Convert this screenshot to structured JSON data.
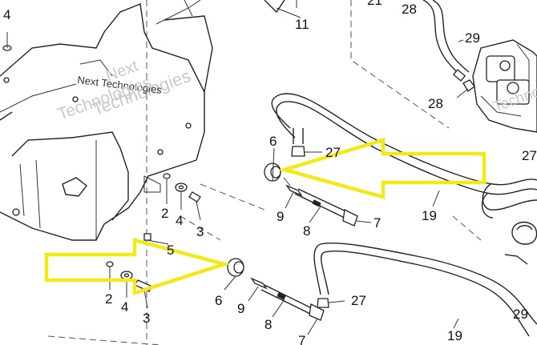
{
  "diagram": {
    "callouts": {
      "c4_top": "4",
      "c11": "11",
      "c21": "21",
      "c28_top": "28",
      "c29_top": "29",
      "c28_mid": "28",
      "c27_right": "27",
      "c6_a": "6",
      "c27_a": "27",
      "c9_a": "9",
      "c7_a": "7",
      "c8_a": "8",
      "c19_a": "19",
      "c2_a": "2",
      "c4_a": "4",
      "c3_a": "3",
      "c5": "5",
      "c2_b": "2",
      "c4_b": "4",
      "c3_b": "3",
      "c6_b": "6",
      "c9_b": "9",
      "c8_b": "8",
      "c27_b": "27",
      "c7_b": "7",
      "c19_b": "19",
      "c29_bottom": "29"
    },
    "watermark": {
      "line1": "Next",
      "line2": "Technologies",
      "line3": "Next Technologies",
      "line4": "Technologies",
      "line5": "Techno"
    },
    "highlight_color": "#f2ea18"
  }
}
